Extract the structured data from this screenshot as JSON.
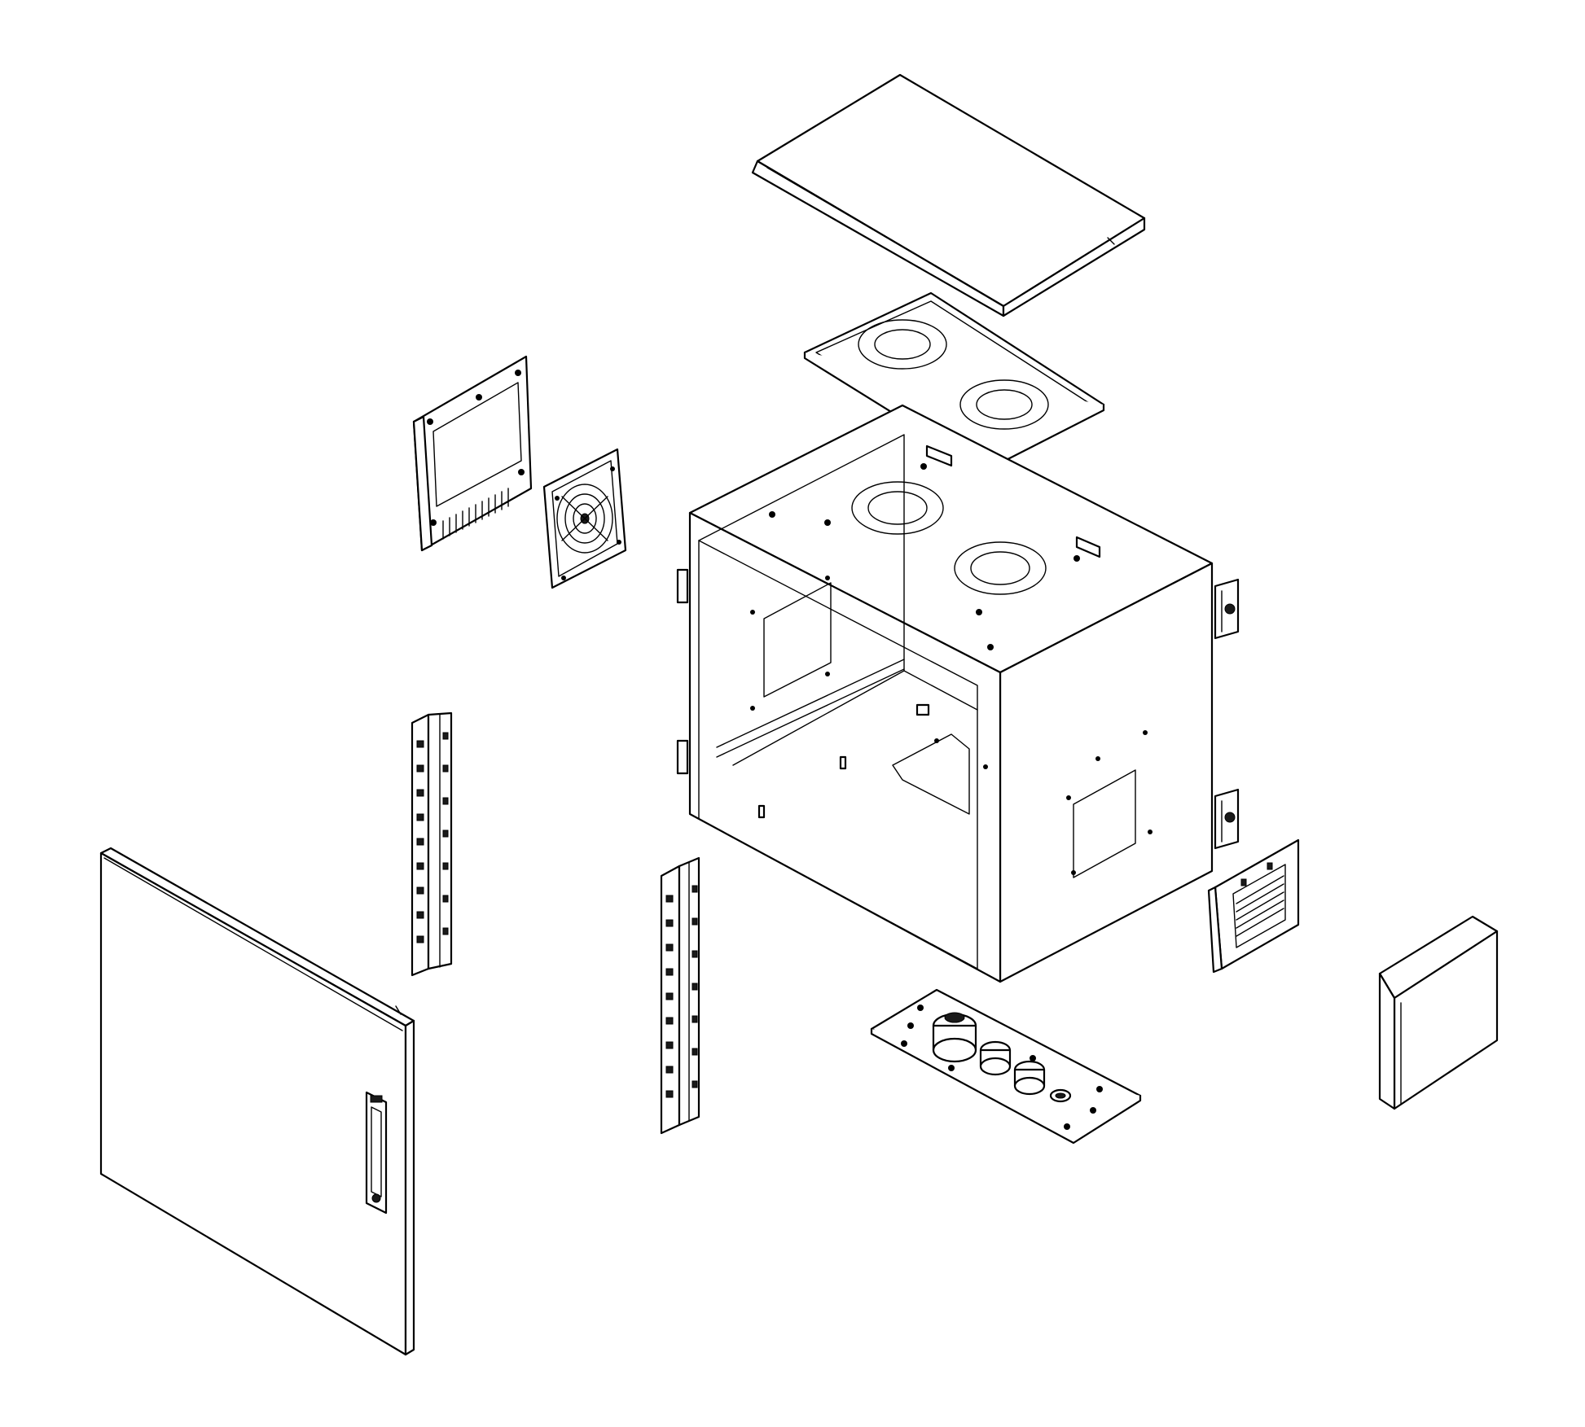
{
  "diagram": {
    "colors": {
      "stroke": "#000000",
      "fill": "#ffffff"
    },
    "parts": [
      {
        "name": "top-cover"
      },
      {
        "name": "fan-plate"
      },
      {
        "name": "fan-shroud"
      },
      {
        "name": "fan-unit"
      },
      {
        "name": "cabinet-body"
      },
      {
        "name": "wall-bracket-upper"
      },
      {
        "name": "wall-bracket-lower"
      },
      {
        "name": "mounting-rail-left"
      },
      {
        "name": "mounting-rail-right"
      },
      {
        "name": "front-door"
      },
      {
        "name": "cable-gland-plate"
      },
      {
        "name": "side-vent-filter"
      },
      {
        "name": "vent-hood"
      }
    ]
  }
}
